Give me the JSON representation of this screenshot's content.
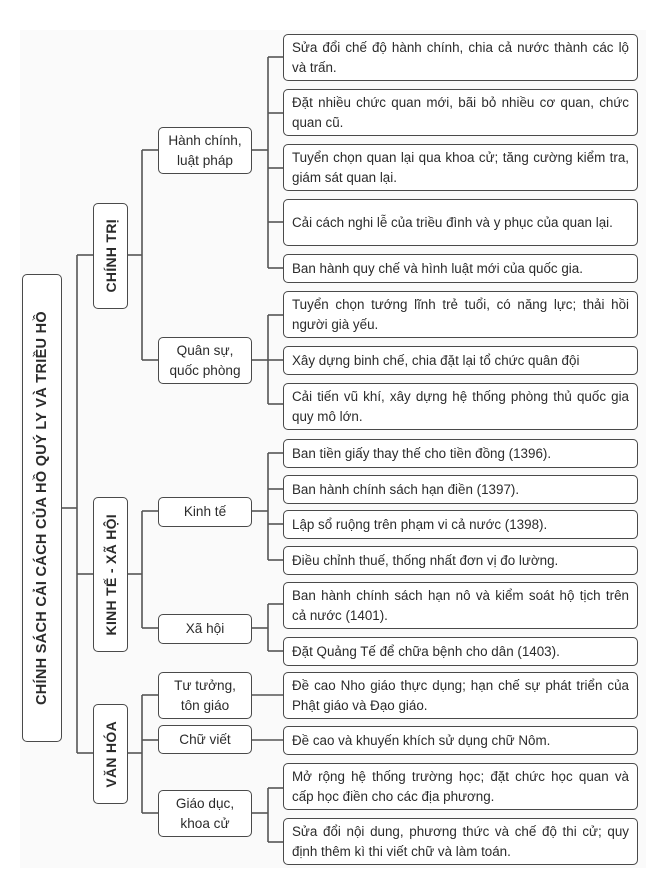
{
  "title": "CHÍNH SÁCH CẢI CÁCH CỦA HỒ QUÝ LY VÀ TRIỀU HỒ",
  "categories": [
    {
      "label": "CHÍNH TRỊ",
      "groups": [
        {
          "label": "Hành chính, luật pháp",
          "items": [
            "Sửa đổi chế độ hành chính, chia cả nước thành các lộ và trấn.",
            "Đặt nhiều chức quan mới, bãi bỏ nhiều cơ quan, chức quan cũ.",
            "Tuyển chọn quan lại qua khoa cử; tăng cường kiểm tra, giám sát quan lại.",
            "Cải cách nghi lễ của triều đình và y phục của quan lại.",
            "Ban hành quy chế và hình luật mới của quốc gia."
          ]
        },
        {
          "label": "Quân sự, quốc phòng",
          "items": [
            "Tuyển chọn tướng lĩnh trẻ tuổi, có năng lực; thải hồi người già yếu.",
            "Xây dựng binh chế, chia đặt lại tổ chức quân đội",
            "Cải tiến vũ khí, xây dựng hệ thống phòng thủ quốc gia quy mô lớn."
          ]
        }
      ]
    },
    {
      "label": "KINH TẾ - XÃ HỘI",
      "groups": [
        {
          "label": "Kinh tế",
          "items": [
            "Ban tiền giấy thay thế cho tiền đồng (1396).",
            "Ban hành chính sách hạn điền (1397).",
            "Lập sổ ruộng trên phạm vi cả nước (1398).",
            "Điều chỉnh thuế, thống nhất đơn vị đo lường."
          ]
        },
        {
          "label": "Xã hội",
          "items": [
            "Ban hành chính sách hạn nô và kiểm soát hộ tịch trên cả nước (1401).",
            "Đặt Quảng Tế để chữa bệnh cho dân (1403)."
          ]
        }
      ]
    },
    {
      "label": "VĂN HÓA",
      "groups": [
        {
          "label": "Tư tưởng, tôn giáo",
          "items": [
            "Đề cao Nho giáo thực dụng; hạn chế sự phát triển của Phật giáo và Đạo giáo."
          ]
        },
        {
          "label": "Chữ viết",
          "items": [
            "Đề cao và khuyến khích sử dụng chữ Nôm."
          ]
        },
        {
          "label": "Giáo dục, khoa cử",
          "items": [
            "Mở rộng hệ thống trường học; đặt chức học quan và cấp học điền cho các địa phương.",
            "Sửa đổi nội dung, phương thức và chế độ thi cử; quy định thêm kì thi viết chữ và làm toán."
          ]
        }
      ]
    }
  ]
}
